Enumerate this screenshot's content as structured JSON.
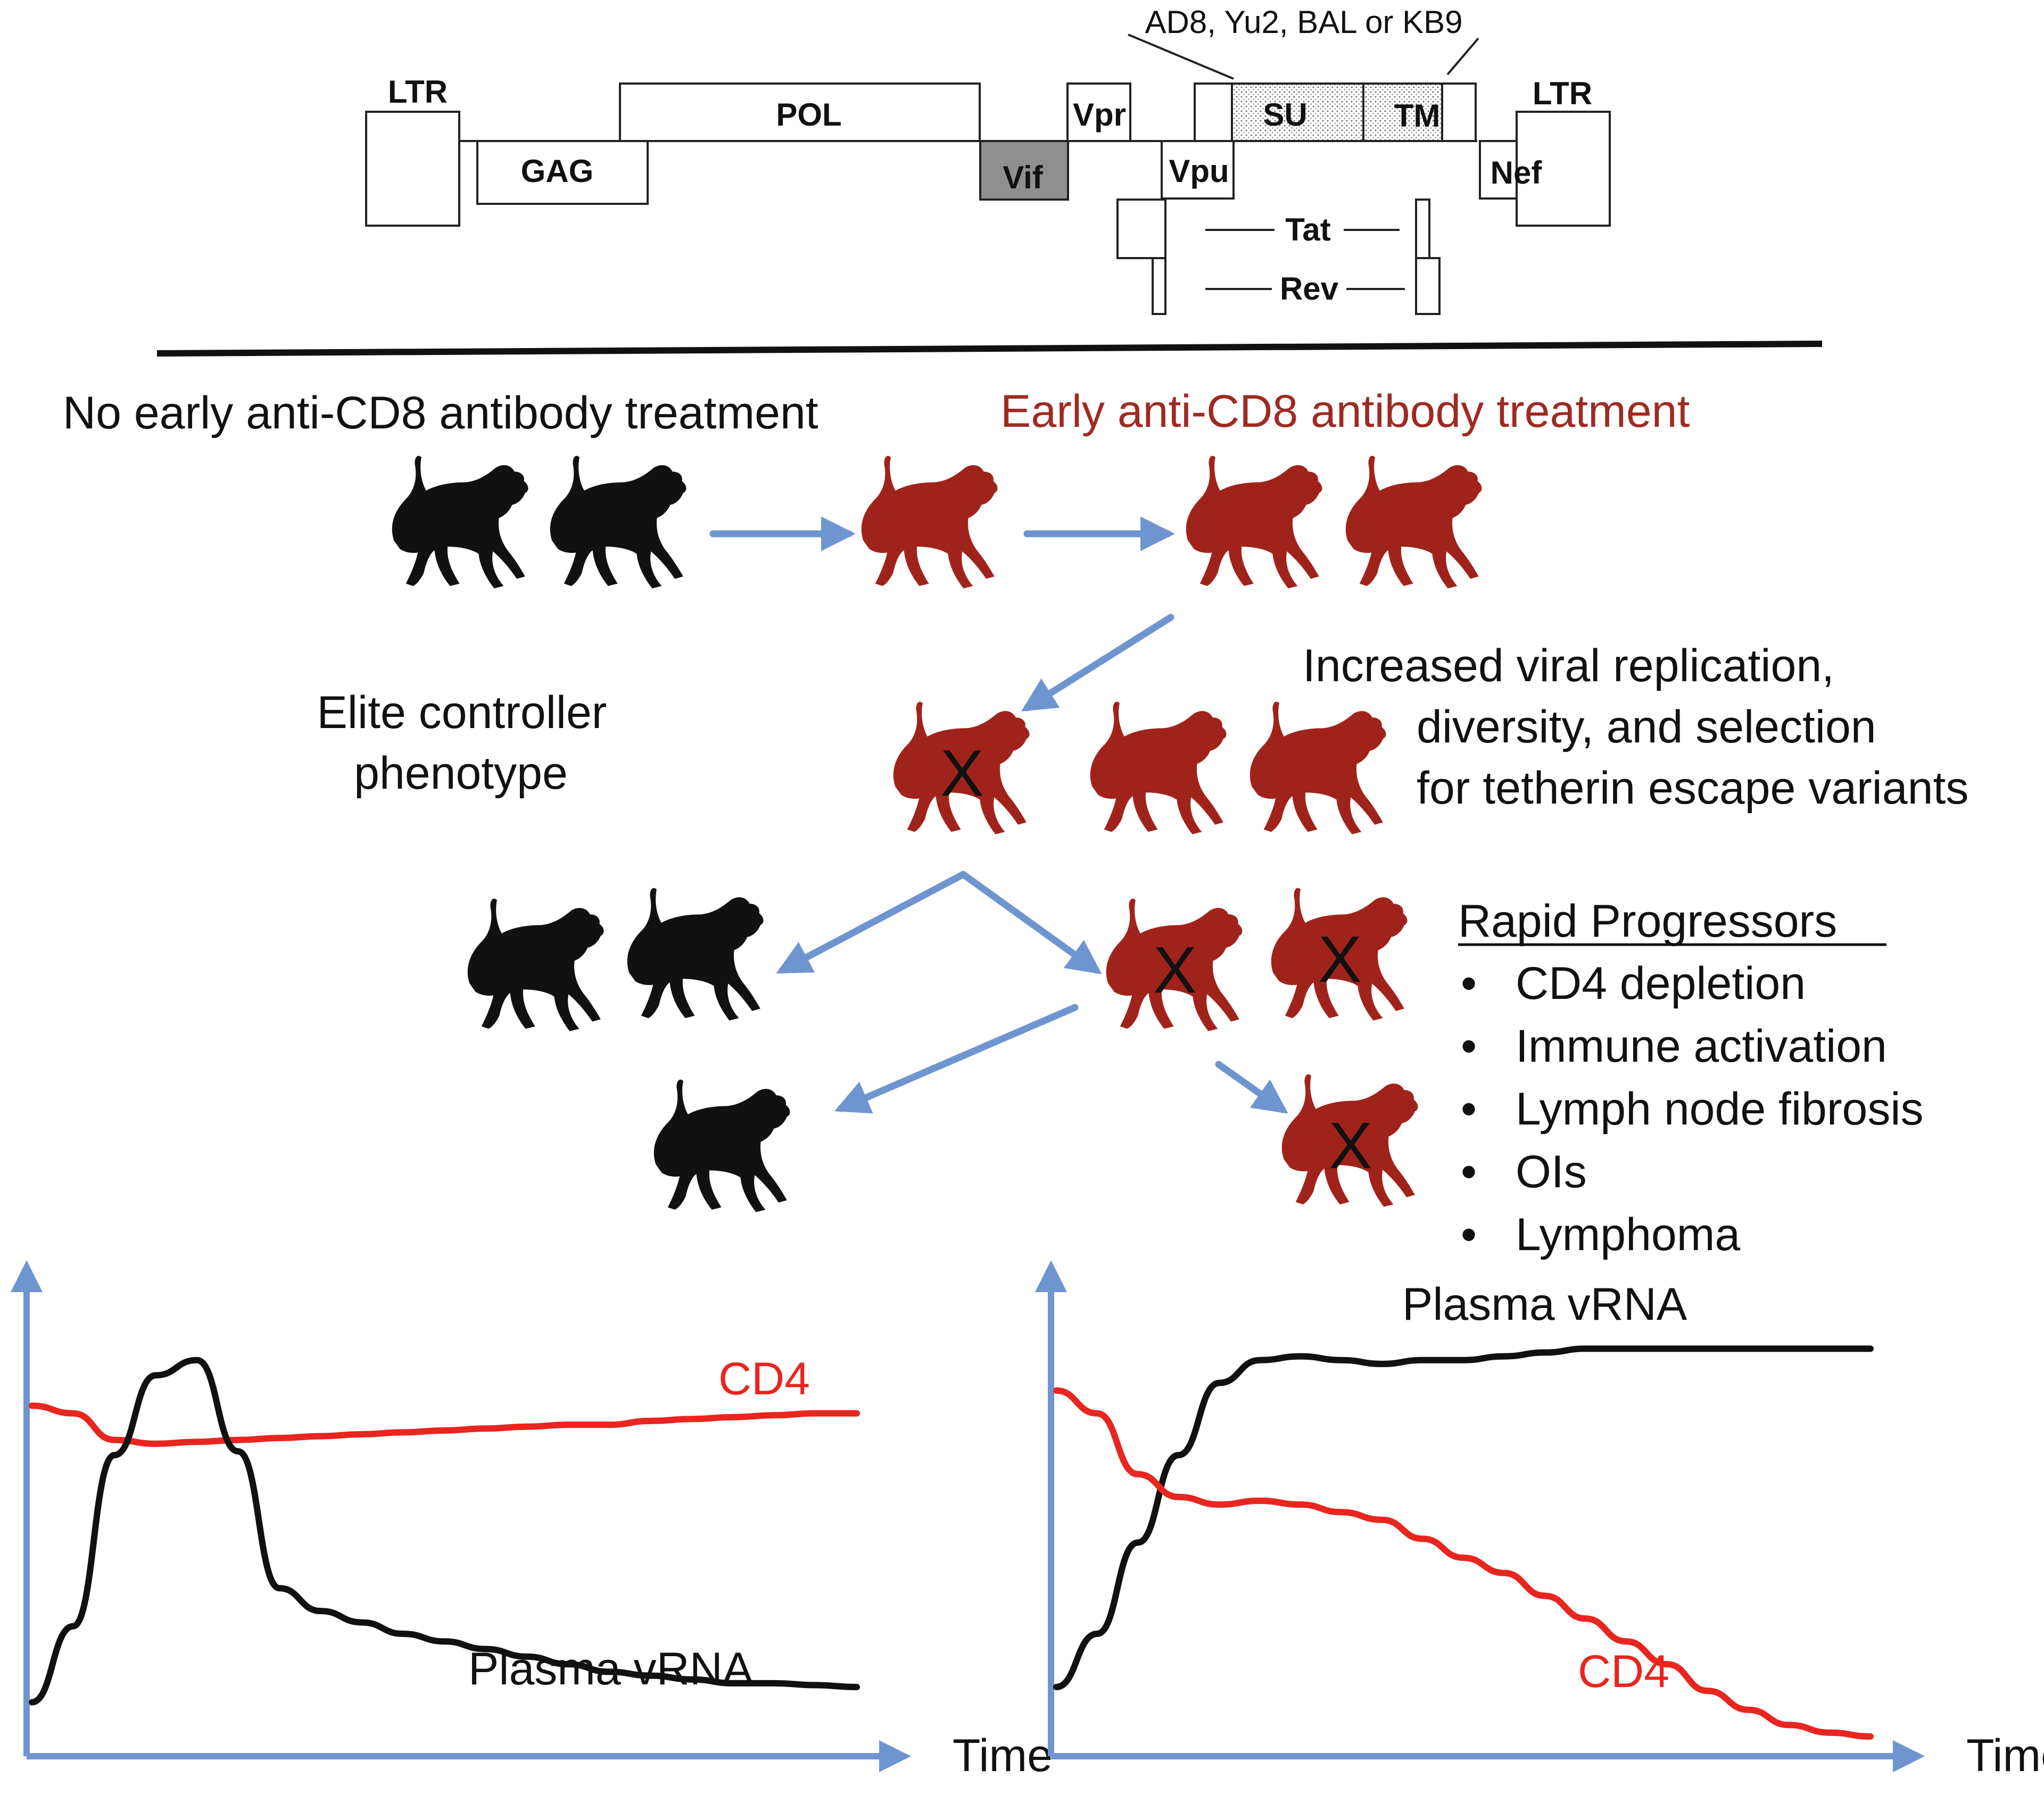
{
  "genome": {
    "env_variants": "AD8, Yu2, BAL or KB9",
    "ltr_left": "LTR",
    "ltr_right": "LTR",
    "gag": "GAG",
    "pol": "POL",
    "vif": "Vif",
    "vpr": "Vpr",
    "vpu": "Vpu",
    "su": "SU",
    "tm": "TM",
    "nef": "Nef",
    "tat": "Tat",
    "rev": "Rev"
  },
  "scheme": {
    "no_treatment_heading": "No early anti-CD8 antibody treatment",
    "treatment_heading": "Early anti-CD8 antibody treatment",
    "elite_line1": "Elite controller",
    "elite_line2": "phenotype",
    "increased_line1": "Increased viral replication,",
    "increased_line2": "diversity, and selection",
    "increased_line3": "for tetherin escape variants",
    "rapid_heading": "Rapid Progressors",
    "rapid_items": [
      "CD4 depletion",
      "Immune activation",
      "Lymph node fibrosis",
      "OIs",
      "Lymphoma"
    ],
    "death_mark": "X",
    "bullet": "•"
  },
  "colors": {
    "treated_monkey": "#a0231b",
    "control_monkey": "#111111",
    "arrow": "#6e95cf",
    "cd4_line": "#e8251f",
    "vrna_line": "#111111",
    "treatment_text": "#9e2a22",
    "vif_fill": "#8f8f8f"
  },
  "chart_data": [
    {
      "type": "line",
      "xlabel": "Time",
      "ylabel": "",
      "x": [
        0,
        5,
        10,
        15,
        20,
        25,
        30,
        35,
        40,
        45,
        50,
        55,
        60,
        65,
        70,
        75,
        80,
        85,
        90,
        95,
        100
      ],
      "series": [
        {
          "name": "CD4",
          "color": "#e8251f",
          "values": [
            88,
            86,
            79,
            78,
            78.5,
            79,
            79.5,
            80,
            80.5,
            81,
            81.5,
            82,
            82.5,
            83,
            83,
            84,
            84.5,
            85,
            85.5,
            86,
            86
          ]
        },
        {
          "name": "Plasma vRNA",
          "color": "#111111",
          "values": [
            10,
            30,
            75,
            96,
            100,
            76,
            40,
            34,
            31,
            28,
            26,
            24,
            22,
            20,
            18,
            17,
            16,
            15,
            15,
            14.5,
            14
          ]
        }
      ],
      "annotations": [
        "CD4",
        "Plasma vRNA"
      ]
    },
    {
      "type": "line",
      "xlabel": "Time",
      "ylabel": "",
      "x": [
        0,
        5,
        10,
        15,
        20,
        25,
        30,
        35,
        40,
        45,
        50,
        55,
        60,
        65,
        70,
        75,
        80,
        85,
        90,
        95,
        100
      ],
      "series": [
        {
          "name": "Plasma vRNA",
          "color": "#111111",
          "values": [
            14,
            28,
            52,
            75,
            94,
            100,
            101,
            100,
            99,
            100,
            100,
            101,
            102,
            103,
            103,
            103,
            103,
            103,
            103,
            103,
            103
          ]
        },
        {
          "name": "CD4",
          "color": "#e8251f",
          "values": [
            92,
            86,
            70,
            64,
            62,
            63,
            62,
            60,
            58,
            53,
            48,
            44,
            38,
            32,
            26,
            20,
            13,
            8,
            4,
            2,
            1
          ]
        }
      ],
      "annotations": [
        "Plasma vRNA",
        "CD4"
      ]
    }
  ]
}
